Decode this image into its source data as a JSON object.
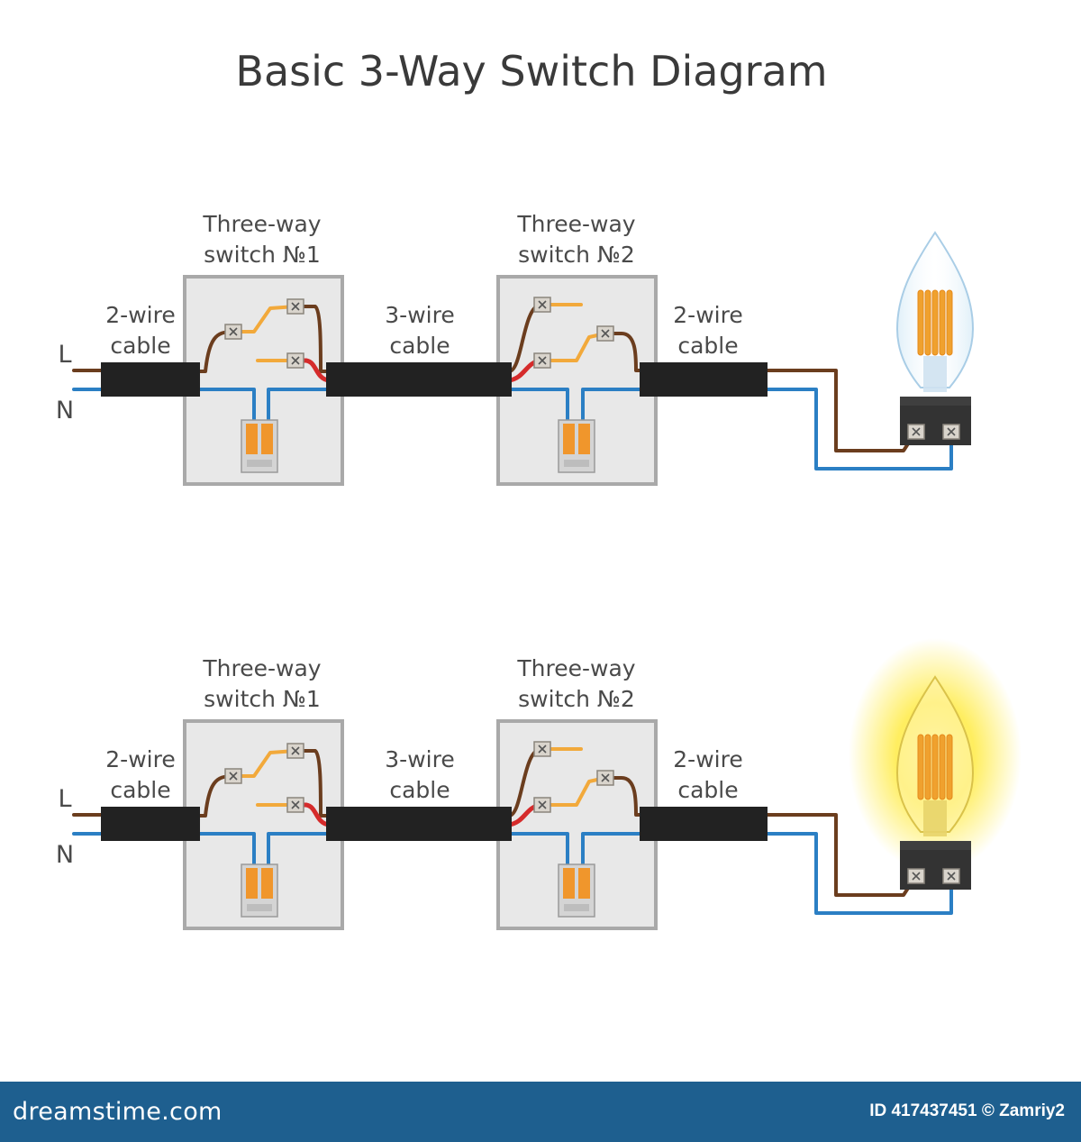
{
  "title": "Basic 3-Way Switch Diagram",
  "switch1_label": [
    "Three-way",
    "switch №1"
  ],
  "switch2_label": [
    "Three-way",
    "switch №2"
  ],
  "two_wire_label": [
    "2-wire",
    "cable"
  ],
  "three_wire_label": [
    "3-wire",
    "cable"
  ],
  "live_label": "L",
  "neutral_label": "N",
  "diagrams": [
    {
      "name": "lamp-off",
      "lamp_on": false
    },
    {
      "name": "lamp-on",
      "lamp_on": true
    }
  ],
  "colors": {
    "live": "#6b3d1e",
    "neutral": "#2b7fc4",
    "traveler": "#d52b2b",
    "contact": "#f2a93b",
    "cable": "#222222",
    "box_fill": "#e8e8e8",
    "box_border": "#a9a9a9",
    "glow": "#ffe84a",
    "footer": "#1e5f8f"
  },
  "footer": {
    "brand": "dreamstime.com",
    "id_text": "ID 417437451 © Zamriy2"
  }
}
